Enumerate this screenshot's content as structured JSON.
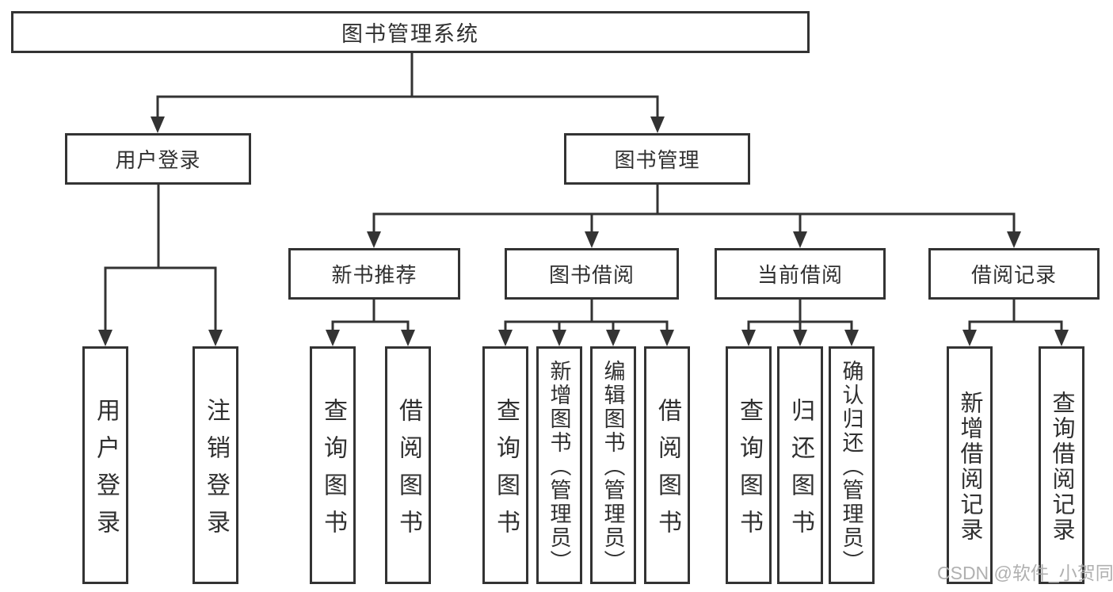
{
  "diagram": {
    "root": {
      "label": "图书管理系统"
    },
    "level2": [
      {
        "label": "用户登录"
      },
      {
        "label": "图书管理"
      }
    ],
    "level3": [
      {
        "label": "新书推荐"
      },
      {
        "label": "图书借阅"
      },
      {
        "label": "当前借阅"
      },
      {
        "label": "借阅记录"
      }
    ],
    "leaves": {
      "user": [
        "用户登录",
        "注销登录"
      ],
      "newbook": [
        "查询图书",
        "借阅图书"
      ],
      "borrow": [
        "查询图书",
        "新增图书（管理员）",
        "编辑图书（管理员）",
        "借阅图书"
      ],
      "current": [
        "查询图书",
        "归还图书",
        "确认归还（管理员）"
      ],
      "records": [
        "新增借阅记录",
        "查询借阅记录"
      ]
    },
    "colors": {
      "line": "#333333",
      "box_border": "#333333",
      "text": "#303030",
      "background": "#ffffff",
      "watermark": "#acacac"
    }
  },
  "watermark": {
    "text": "CSDN @软件_小贺同学"
  }
}
